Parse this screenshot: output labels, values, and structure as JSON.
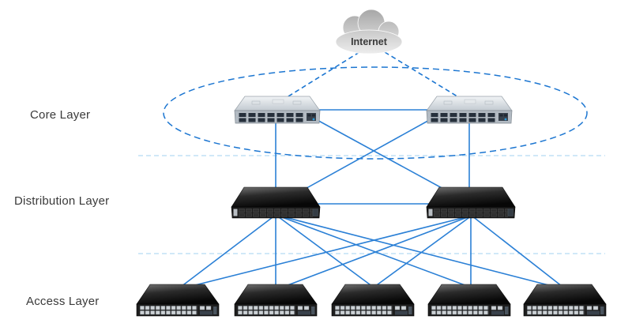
{
  "diagram": {
    "internet_label": "Internet",
    "layers": {
      "core": {
        "label": "Core Layer",
        "switch_count": 2
      },
      "distribution": {
        "label": "Distribution Layer",
        "switch_count": 2
      },
      "access": {
        "label": "Access Layer",
        "switch_count": 5
      }
    },
    "links": {
      "internet_to_core": 2,
      "core_interconnect": 1,
      "core_to_distribution": 4,
      "distribution_interconnect": 1,
      "distribution_to_access": 10
    },
    "colors": {
      "solid_link": "#2B80D6",
      "dashed_link": "#1C76D1",
      "layer_separator": "#B5DAF4",
      "label_text": "#3A3A3A",
      "cloud_top": "#A4A4A4",
      "cloud_bottom": "#EFEFEF"
    }
  }
}
